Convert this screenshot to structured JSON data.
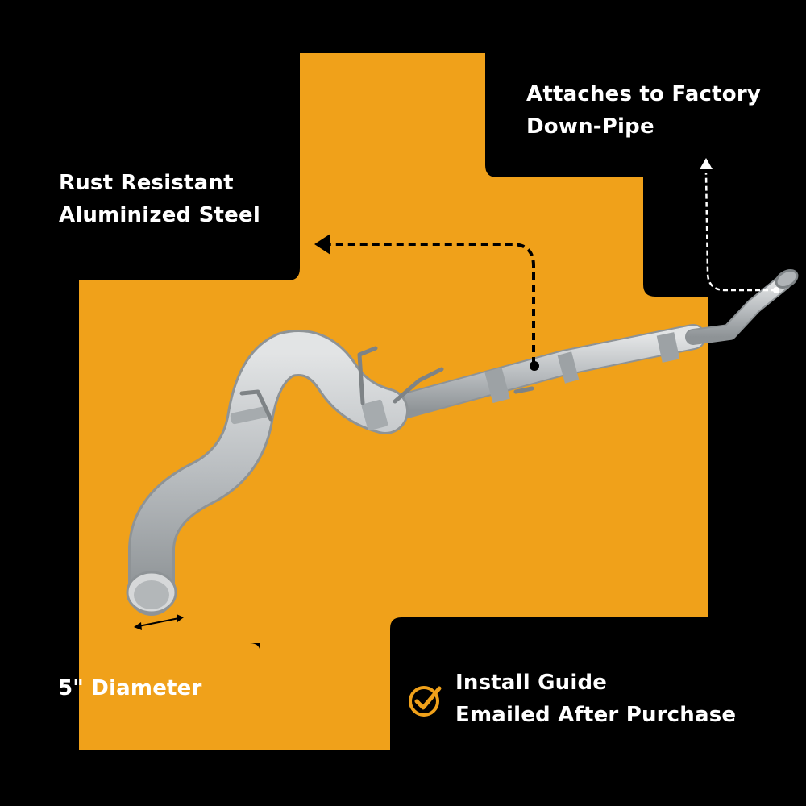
{
  "colors": {
    "background": "#000000",
    "accent": "#f0a11a",
    "text": "#ffffff",
    "pipe": "#c9ccce"
  },
  "callouts": {
    "factory": {
      "line1": "Attaches to Factory",
      "line2": "Down-Pipe"
    },
    "material": {
      "line1": "Rust Resistant",
      "line2": "Aluminized Steel"
    },
    "diameter": {
      "line1": "5\" Diameter"
    },
    "install": {
      "line1": "Install Guide",
      "line2": "Emailed After Purchase"
    }
  },
  "icons": {
    "install": "check-circle-icon",
    "pointer": "arrow-head-icon",
    "measure": "double-arrow-icon"
  }
}
